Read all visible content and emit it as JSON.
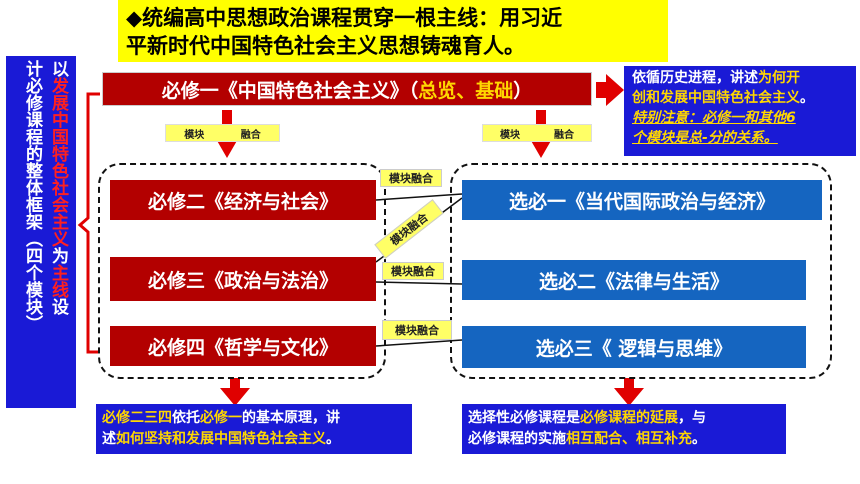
{
  "banner": {
    "line1_a": "◆统编高中思想政治课程贯穿一根主线：",
    "line1_b": "用习近",
    "line2": "平新时代中国特色社会主义思想铸魂育人。"
  },
  "left_panel": {
    "col_right_a": "以",
    "col_right_red": "发展中国特色社会主义",
    "col_right_b": "为",
    "col_right_red2": "主线",
    "col_right_c": "设",
    "col_left": "计必修课程的整体框架（四个模块）"
  },
  "required": {
    "r1_a": "必修一《中国特色社会主义》（",
    "r1_b": "总览、基础",
    "r1_c": "）",
    "r2": "必修二《经济与社会》",
    "r3": "必修三《政治与法治》",
    "r4": "必修四《哲学与文化》"
  },
  "elective": {
    "e1": "选必一《当代国际政治与经济》",
    "e2": "选必二《法律与生活》",
    "e3": "选必三《 逻辑与思维》"
  },
  "tags": {
    "module": "模块",
    "merge": "融合",
    "module_merge": "模块融合"
  },
  "note_top": {
    "line1_a": "依循历史进程，讲述",
    "line1_b": "为何开",
    "line2_a": "创和发展中国特色社会主义",
    "line2_b": "。",
    "line3": "特别注意：必修一和其他6",
    "line4": "个模块是总-分的关系。"
  },
  "note_bottom_left": {
    "line1_a": "必修二三四",
    "line1_b": "依托",
    "line1_c": "必修一",
    "line1_d": "的基本原理，讲",
    "line2_a": "述",
    "line2_b": "如何坚持和发展中国特色社会主义",
    "line2_c": "。"
  },
  "note_bottom_right": {
    "line1_a": "选择性必修课程是",
    "line1_b": "必修课程的延展",
    "line1_c": "，与",
    "line2_a": "必修课程的实施",
    "line2_b": "相互配合、相互补充",
    "line2_c": "。"
  },
  "colors": {
    "dark_red": "#b30000",
    "blue_box": "#1565c0",
    "navy": "#1a1ad6",
    "yellow": "#ffff00",
    "arrow_red": "#e00000"
  }
}
